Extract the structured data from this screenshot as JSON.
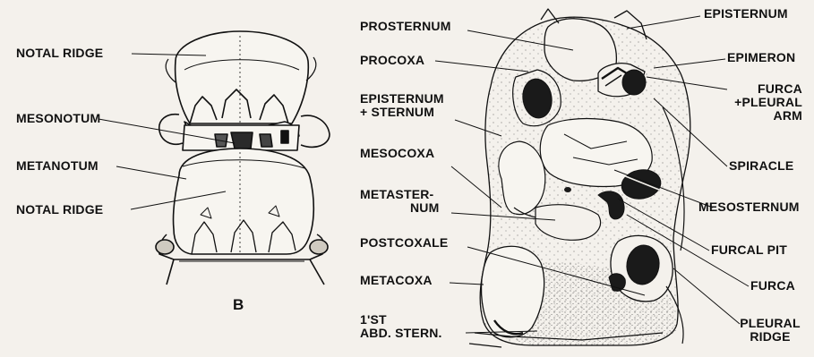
{
  "figure": {
    "panel_b_letter": "B"
  },
  "labels_b": {
    "notal_ridge_top": "NOTAL RIDGE",
    "mesonotum": "MESONOTUM",
    "metanotum": "METANOTUM",
    "notal_ridge_bottom": "NOTAL RIDGE"
  },
  "labels_left_col": {
    "prosternum": "PROSTERNUM",
    "procoxa": "PROCOXA",
    "episternum_sternum_1": "EPISTERNUM",
    "episternum_sternum_2": "+ STERNUM",
    "mesocoxa": "MESOCOXA",
    "metasternum_1": "METASTER-",
    "metasternum_2": "NUM",
    "postcoxale": "POSTCOXALE",
    "metacoxa": "METACOXA",
    "abd_stern_1": "1'ST",
    "abd_stern_2": "ABD. STERN."
  },
  "labels_right_col": {
    "episternum": "EPISTERNUM",
    "epimeron": "EPIMERON",
    "furca_pleural_1": "FURCA",
    "furca_pleural_2": "+PLEURAL",
    "furca_pleural_3": "ARM",
    "spiracle": "SPIRACLE",
    "mesosternum": "MESOSTERNUM",
    "furcal_pit": "FURCAL PIT",
    "furca": "FURCA",
    "pleural_ridge_1": "PLEURAL",
    "pleural_ridge_2": "RIDGE"
  },
  "colors": {
    "ink": "#111111",
    "paper": "#f4f1ec",
    "fill_dark": "#1a1a1a"
  }
}
